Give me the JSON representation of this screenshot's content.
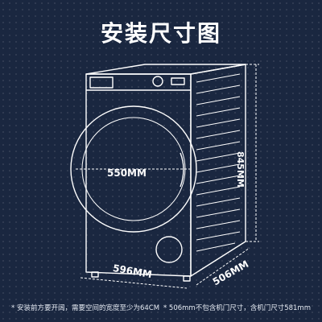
{
  "title": "安装尺寸图",
  "dimensions": {
    "door_diameter": "550MM",
    "height": "845MM",
    "width": "596MM",
    "depth": "506MM"
  },
  "notes": {
    "left": "* 安装前方要开阔，需要空间的宽度至少为64CM",
    "right": "* 506mm不包含机门尺寸，含机门尺寸581mm"
  },
  "colors": {
    "background": "#1a2740",
    "line": "#ffffff"
  }
}
